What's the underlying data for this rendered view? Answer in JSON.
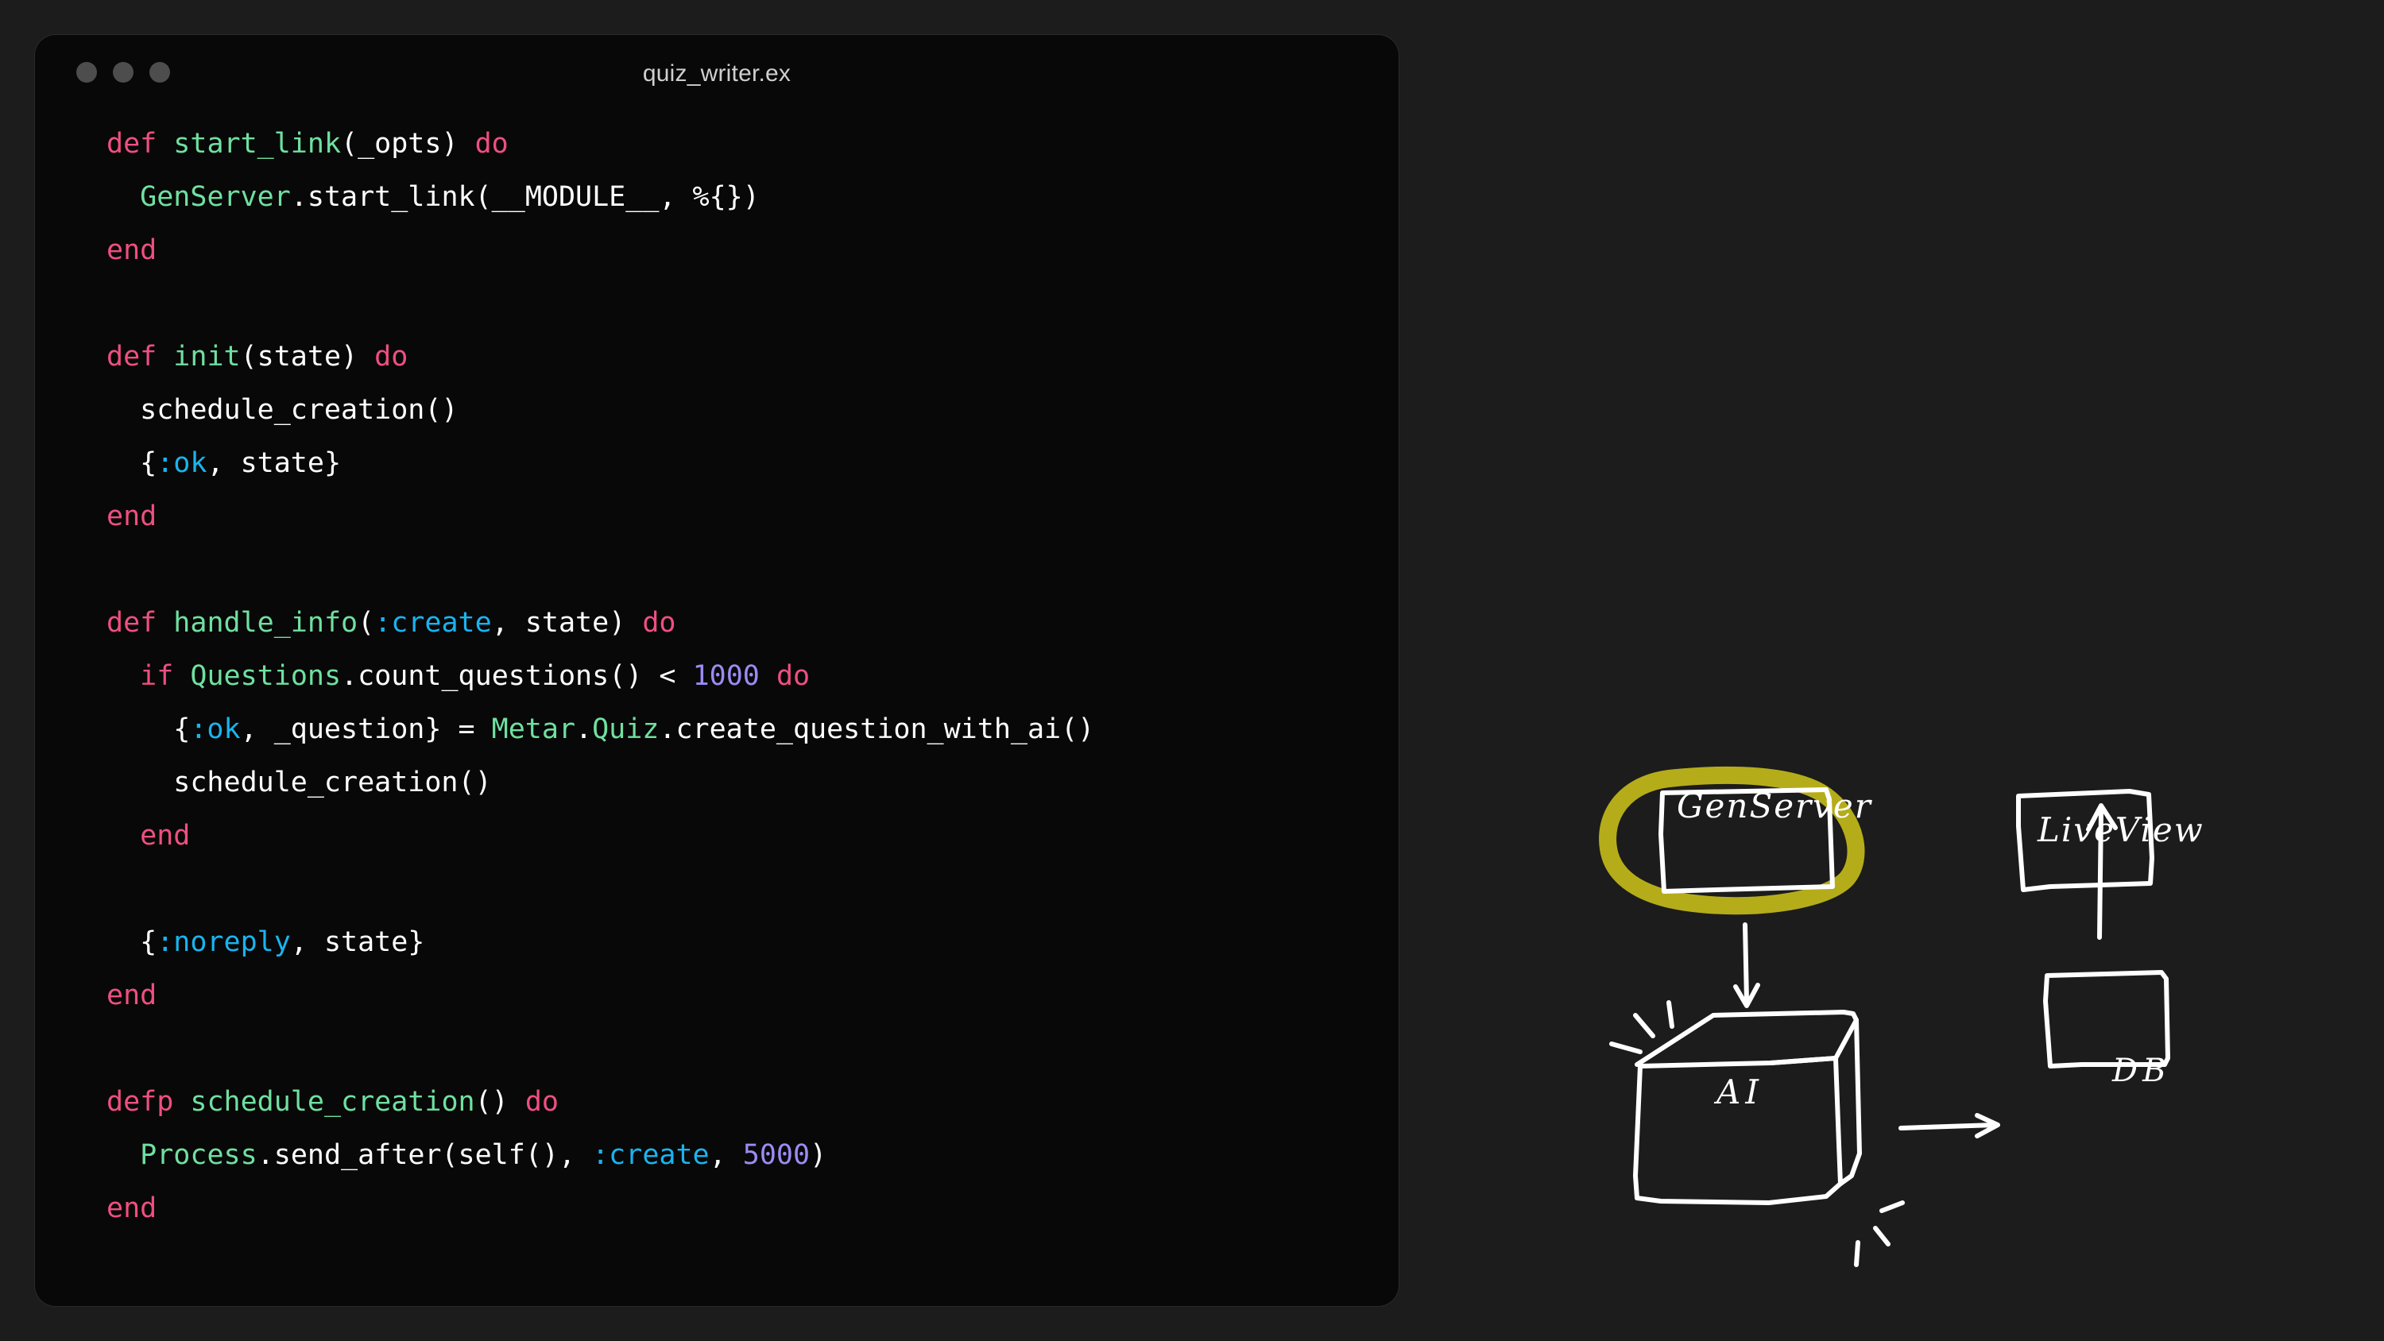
{
  "window": {
    "title": "quiz_writer.ex",
    "traffic_lights": [
      "close-dot",
      "minimize-dot",
      "maximize-dot"
    ]
  },
  "colors": {
    "page_background": "#1c1c1c",
    "window_background": "#080808",
    "keyword": "#ef4f82",
    "function": "#6fe0a0",
    "module": "#6fe0a0",
    "atom": "#19b4ef",
    "number": "#9b8bf2",
    "punctuation": "#ffffff",
    "highlight_circle": "#b5ac1a",
    "ink": "#ffffff"
  },
  "code": {
    "language": "elixir",
    "lines": [
      [
        {
          "t": "def",
          "c": "kw"
        },
        {
          "t": " ",
          "c": "pun"
        },
        {
          "t": "start_link",
          "c": "fn"
        },
        {
          "t": "(_opts) ",
          "c": "pun"
        },
        {
          "t": "do",
          "c": "kw"
        }
      ],
      [
        {
          "t": "  ",
          "c": "pun"
        },
        {
          "t": "GenServer",
          "c": "mod"
        },
        {
          "t": ".start_link(__MODULE__, %{})",
          "c": "pun"
        }
      ],
      [
        {
          "t": "end",
          "c": "kw"
        }
      ],
      [],
      [
        {
          "t": "def",
          "c": "kw"
        },
        {
          "t": " ",
          "c": "pun"
        },
        {
          "t": "init",
          "c": "fn"
        },
        {
          "t": "(state) ",
          "c": "pun"
        },
        {
          "t": "do",
          "c": "kw"
        }
      ],
      [
        {
          "t": "  schedule_creation()",
          "c": "pun"
        }
      ],
      [
        {
          "t": "  {",
          "c": "pun"
        },
        {
          "t": ":ok",
          "c": "atom"
        },
        {
          "t": ", state}",
          "c": "pun"
        }
      ],
      [
        {
          "t": "end",
          "c": "kw"
        }
      ],
      [],
      [
        {
          "t": "def",
          "c": "kw"
        },
        {
          "t": " ",
          "c": "pun"
        },
        {
          "t": "handle_info",
          "c": "fn"
        },
        {
          "t": "(",
          "c": "pun"
        },
        {
          "t": ":create",
          "c": "atom"
        },
        {
          "t": ", state) ",
          "c": "pun"
        },
        {
          "t": "do",
          "c": "kw"
        }
      ],
      [
        {
          "t": "  ",
          "c": "pun"
        },
        {
          "t": "if",
          "c": "kw"
        },
        {
          "t": " ",
          "c": "pun"
        },
        {
          "t": "Questions",
          "c": "mod"
        },
        {
          "t": ".count_questions() < ",
          "c": "pun"
        },
        {
          "t": "1000",
          "c": "num"
        },
        {
          "t": " ",
          "c": "pun"
        },
        {
          "t": "do",
          "c": "kw"
        }
      ],
      [
        {
          "t": "    {",
          "c": "pun"
        },
        {
          "t": ":ok",
          "c": "atom"
        },
        {
          "t": ", _question} = ",
          "c": "pun"
        },
        {
          "t": "Metar",
          "c": "mod"
        },
        {
          "t": ".",
          "c": "pun"
        },
        {
          "t": "Quiz",
          "c": "mod"
        },
        {
          "t": ".create_question_with_ai()",
          "c": "pun"
        }
      ],
      [
        {
          "t": "    schedule_creation()",
          "c": "pun"
        }
      ],
      [
        {
          "t": "  ",
          "c": "pun"
        },
        {
          "t": "end",
          "c": "kw"
        }
      ],
      [],
      [
        {
          "t": "  {",
          "c": "pun"
        },
        {
          "t": ":noreply",
          "c": "atom"
        },
        {
          "t": ", state}",
          "c": "pun"
        }
      ],
      [
        {
          "t": "end",
          "c": "kw"
        }
      ],
      [],
      [
        {
          "t": "defp",
          "c": "kw"
        },
        {
          "t": " ",
          "c": "pun"
        },
        {
          "t": "schedule_creation",
          "c": "fn"
        },
        {
          "t": "() ",
          "c": "pun"
        },
        {
          "t": "do",
          "c": "kw"
        }
      ],
      [
        {
          "t": "  ",
          "c": "pun"
        },
        {
          "t": "Process",
          "c": "mod"
        },
        {
          "t": ".send_after(self(), ",
          "c": "pun"
        },
        {
          "t": ":create",
          "c": "atom"
        },
        {
          "t": ", ",
          "c": "pun"
        },
        {
          "t": "5000",
          "c": "num"
        },
        {
          "t": ")",
          "c": "pun"
        }
      ],
      [
        {
          "t": "end",
          "c": "kw"
        }
      ]
    ]
  },
  "diagram": {
    "nodes": {
      "genserver": {
        "label": "GenServer",
        "shape": "rectangle",
        "highlighted": true,
        "highlight_color": "#b5ac1a"
      },
      "liveview": {
        "label": "LiveView",
        "shape": "rectangle",
        "highlighted": false
      },
      "ai": {
        "label": "AI",
        "shape": "cube",
        "highlighted": false
      },
      "db": {
        "label": "DB",
        "shape": "rectangle",
        "highlighted": false
      }
    },
    "edges": [
      {
        "from": "genserver",
        "to": "ai",
        "direction": "down"
      },
      {
        "from": "ai",
        "to": "db",
        "direction": "right"
      },
      {
        "from": "db",
        "to": "liveview",
        "direction": "up"
      }
    ]
  }
}
